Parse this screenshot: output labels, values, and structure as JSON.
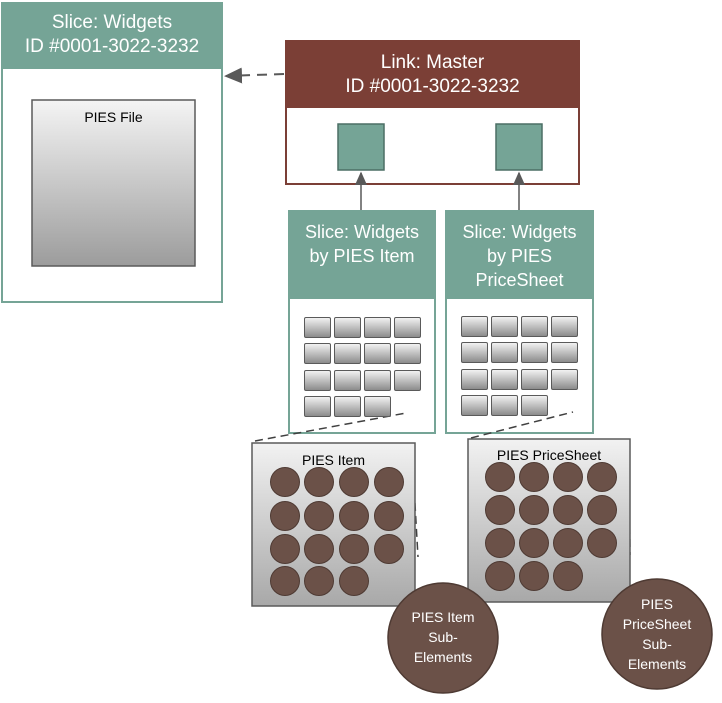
{
  "slice_top": {
    "title_line1": "Slice: Widgets",
    "title_line2": "ID #0001-3022-3232",
    "file_label": "PIES File"
  },
  "link_master": {
    "title_line1": "Link: Master",
    "title_line2": "ID #0001-3022-3232"
  },
  "slice_item": {
    "title_line1": "Slice: Widgets",
    "title_line2": "by PIES Item"
  },
  "slice_pricesheet": {
    "title_line1": "Slice: Widgets",
    "title_line2": "by PIES",
    "title_line3": "PriceSheet"
  },
  "pies_item_box": {
    "label": "PIES Item"
  },
  "pies_pricesheet_box": {
    "label": "PIES PriceSheet"
  },
  "item_sub_circle": {
    "line1": "PIES Item",
    "line2": "Sub-",
    "line3": "Elements"
  },
  "pricesheet_sub_circle": {
    "line1": "PIES",
    "line2": "PriceSheet",
    "line3": "Sub-",
    "line4": "Elements"
  },
  "colors": {
    "teal": "#75a496",
    "brown": "#7b3f36",
    "circle": "#6b5148"
  }
}
